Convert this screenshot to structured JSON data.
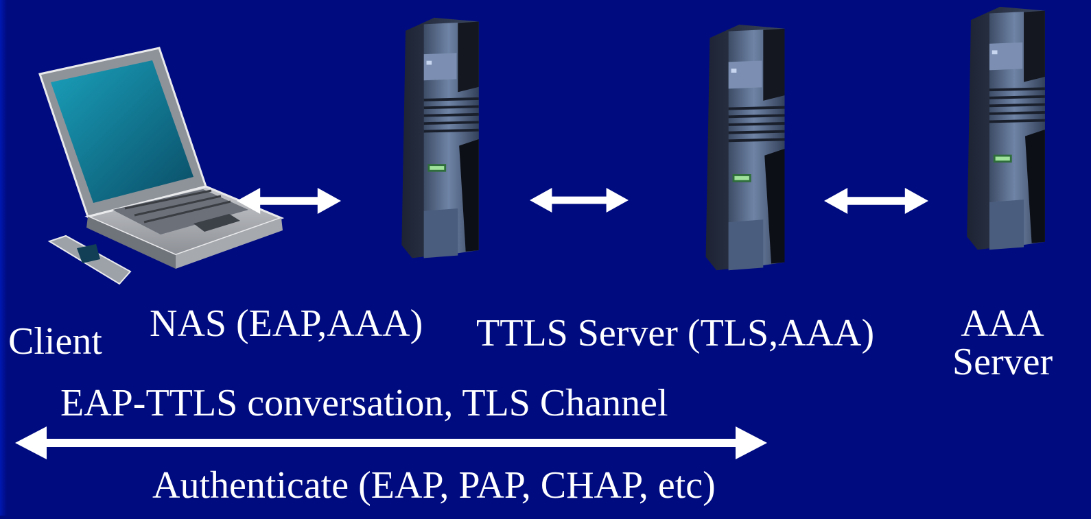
{
  "diagram": {
    "nodes": [
      {
        "id": "client",
        "label": "Client",
        "icon": "laptop-with-phone"
      },
      {
        "id": "nas",
        "label": "NAS (EAP,AAA)",
        "icon": "server-tower"
      },
      {
        "id": "ttls",
        "label": "TTLS Server (TLS,AAA)",
        "icon": "server-tower"
      },
      {
        "id": "aaa",
        "label_line1": "AAA",
        "label_line2": "Server",
        "icon": "server-tower"
      }
    ],
    "links": [
      {
        "from": "client",
        "to": "nas",
        "style": "double-arrow"
      },
      {
        "from": "nas",
        "to": "ttls",
        "style": "double-arrow"
      },
      {
        "from": "ttls",
        "to": "aaa",
        "style": "double-arrow"
      }
    ],
    "channel": {
      "label": "EAP-TTLS conversation, TLS Channel",
      "from": "client",
      "to": "ttls"
    },
    "authenticate": {
      "label": "Authenticate (EAP, PAP, CHAP, etc)"
    }
  },
  "colors": {
    "background": "#000b80",
    "text": "#ffffff",
    "arrow": "#ffffff",
    "server_body": "#5d6f8e",
    "laptop_screen": "#0d6a86"
  }
}
